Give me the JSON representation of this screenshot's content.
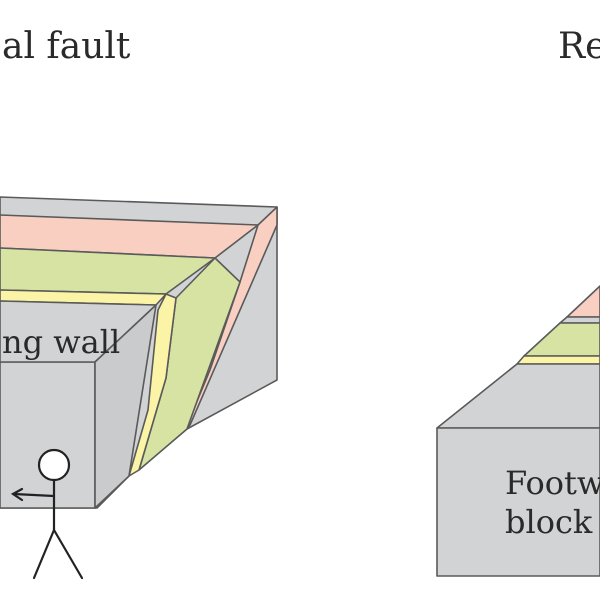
{
  "diagram": {
    "left_panel": {
      "title": "al fault",
      "block_label": "ng wall"
    },
    "right_panel": {
      "title": "Re",
      "block_label_line1": "Footwa",
      "block_label_line2": "block"
    },
    "colors": {
      "block_gray": "#d1d3d5",
      "layer_pink": "#f9cfc1",
      "layer_green": "#d6e3a3",
      "layer_yellow": "#fbf4a6",
      "edge": "#5a5a5a"
    }
  }
}
